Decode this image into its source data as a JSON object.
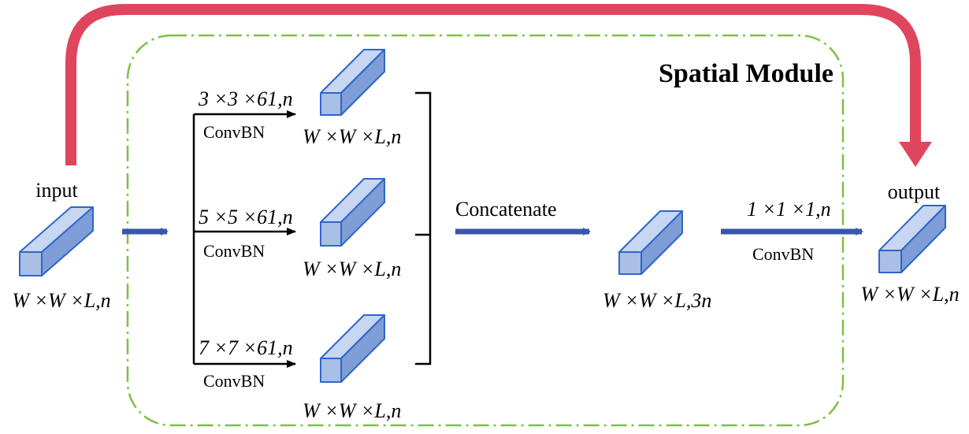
{
  "module_title": "Spatial Module",
  "input": {
    "label": "input",
    "dims": "W ×W ×L,n"
  },
  "output": {
    "label": "output",
    "dims": "W ×W ×L,n"
  },
  "branches": [
    {
      "kernel": "3 ×3 ×61,n",
      "op": "ConvBN",
      "dims": "W ×W ×L,n"
    },
    {
      "kernel": "5 ×5 ×61,n",
      "op": "ConvBN",
      "dims": "W ×W ×L,n"
    },
    {
      "kernel": "7 ×7 ×61,n",
      "op": "ConvBN",
      "dims": "W ×W ×L,n"
    }
  ],
  "concat": {
    "label": "Concatenate",
    "dims": "W ×W ×L,3n"
  },
  "final_conv": {
    "kernel": "1 ×1 ×1,n",
    "op": "ConvBN"
  },
  "colors": {
    "skip_arrow": "#e0455e",
    "module_border": "#7cc143",
    "flow_arrow": "#3a56a8",
    "cube_front": "#a9bfe6",
    "cube_top": "#c7d6f1",
    "cube_side": "#7f9dd6",
    "cube_edge": "#2f66c8"
  }
}
